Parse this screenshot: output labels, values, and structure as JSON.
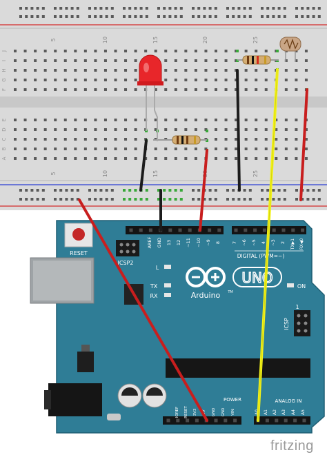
{
  "breadboard": {
    "column_numbers": [
      "5",
      "10",
      "15",
      "20",
      "25"
    ],
    "row_letters_top": [
      "J",
      "I",
      "H",
      "G",
      "F"
    ],
    "row_letters_bottom": [
      "E",
      "D",
      "C",
      "B",
      "A"
    ]
  },
  "arduino": {
    "reset_label": "RESET",
    "icsp2_label": "ICSP2",
    "icsp_label": "ICSP",
    "aref_label": "AREF",
    "gnd_label": "GND",
    "digital_pin_labels": [
      "13",
      "12",
      "~11",
      "~10",
      "~9",
      "8"
    ],
    "digital_pin_labels_right": [
      "7",
      "~6",
      "~5",
      "4",
      "~3",
      "2",
      "TX▶1",
      "RX◀0"
    ],
    "digital_pwm_label": "DIGITAL (PWM=~)",
    "led_l_label": "L",
    "led_tx_label": "TX",
    "led_rx_label": "RX",
    "on_label": "ON",
    "brand_label": "Arduino",
    "tm_label": "TM",
    "uno_label": "UNO",
    "icsp_pin1_label": "1",
    "power_label": "POWER",
    "analog_label": "ANALOG IN",
    "power_pin_labels": [
      "IOREF",
      "RESET",
      "3V3",
      "5V",
      "GND",
      "GND",
      "VIN"
    ],
    "analog_pin_labels": [
      "A0",
      "A1",
      "A2",
      "A3",
      "A4",
      "A5"
    ]
  },
  "watermark": "fritzing",
  "colors": {
    "board": "#2e7c95",
    "board_edge": "#1f5f74",
    "breadboard": "#d8d8d8",
    "rail_red": "#d42a2a",
    "rail_blue": "#2a3fd4",
    "wire_red": "#c81e1e",
    "wire_black": "#1c1c1c",
    "wire_yellow": "#f2f21a",
    "led_red": "#e8262a"
  }
}
